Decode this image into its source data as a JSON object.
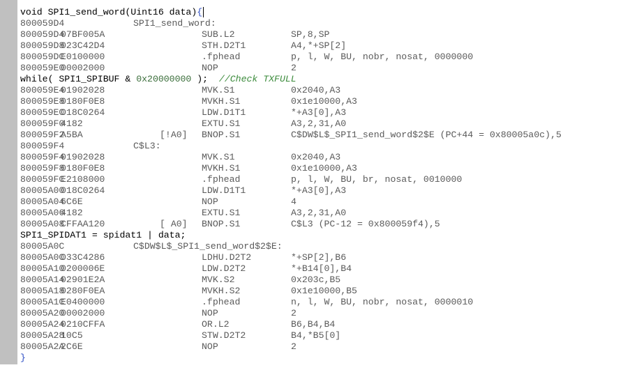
{
  "colors": {
    "gutter": "#c0c0c0",
    "source_text": "#000000",
    "disassembly_text": "#5a5a5a",
    "comment": "#3a8a3a",
    "brace": "#2b4cc4",
    "hex_literal": "#3b6e3b"
  },
  "source_lines": {
    "func_sig": "void SPI1_send_word(Uint16 data)",
    "open_brace": "{",
    "while_pre": "while( SPI1_SPIBUF & ",
    "while_hex": "0x20000000",
    "while_post": " );  ",
    "while_comment": "//Check TXFULL",
    "assign": "SPI1_SPIDAT1 = spidat1 | data;",
    "close_brace": "}"
  },
  "disassembly": [
    {
      "addr": "800059D4",
      "label": "SPI1_send_word:"
    },
    {
      "addr": "800059D4",
      "op": "07BF005A",
      "mn": "SUB.L2",
      "args": "SP,8,SP"
    },
    {
      "addr": "800059D8",
      "op": "023C42D4",
      "mn": "STH.D2T1",
      "args": "A4,*+SP[2]"
    },
    {
      "addr": "800059DC",
      "op": "E0100000",
      "mn": ".fphead",
      "args": "p, l, W, BU, nobr, nosat, 0000000"
    },
    {
      "addr": "800059E0",
      "op": "00002000",
      "mn": "NOP",
      "args": "2"
    },
    {
      "addr": "800059E4",
      "op": "01902028",
      "mn": "MVK.S1",
      "args": "0x2040,A3"
    },
    {
      "addr": "800059E8",
      "op": "0180F0E8",
      "mn": "MVKH.S1",
      "args": "0x1e10000,A3"
    },
    {
      "addr": "800059EC",
      "op": "018C0264",
      "mn": "LDW.D1T1",
      "args": "*+A3[0],A3"
    },
    {
      "addr": "800059F0",
      "op": "4182",
      "mn": "EXTU.S1",
      "args": "A3,2,31,A0"
    },
    {
      "addr": "800059F2",
      "op": "A5BA",
      "pred": "[!A0]",
      "mn": "BNOP.S1",
      "args": "C$DW$L$_SPI1_send_word$2$E (PC+44 = 0x80005a0c),5"
    },
    {
      "addr": "800059F4",
      "label": "C$L3:"
    },
    {
      "addr": "800059F4",
      "op": "01902028",
      "mn": "MVK.S1",
      "args": "0x2040,A3"
    },
    {
      "addr": "800059F8",
      "op": "0180F0E8",
      "mn": "MVKH.S1",
      "args": "0x1e10000,A3"
    },
    {
      "addr": "800059FC",
      "op": "E2108000",
      "mn": ".fphead",
      "args": "p, l, W, BU, br, nosat, 0010000"
    },
    {
      "addr": "80005A00",
      "op": "018C0264",
      "mn": "LDW.D1T1",
      "args": "*+A3[0],A3"
    },
    {
      "addr": "80005A04",
      "op": "6C6E",
      "mn": "NOP",
      "args": "4"
    },
    {
      "addr": "80005A06",
      "op": "4182",
      "mn": "EXTU.S1",
      "args": "A3,2,31,A0"
    },
    {
      "addr": "80005A08",
      "op": "CFFAA120",
      "pred": "[ A0]",
      "mn": "BNOP.S1",
      "args": "C$L3 (PC-12 = 0x800059f4),5"
    },
    {
      "addr": "80005A0C",
      "label": "C$DW$L$_SPI1_send_word$2$E:"
    },
    {
      "addr": "80005A0C",
      "op": "033C4286",
      "mn": "LDHU.D2T2",
      "args": "*+SP[2],B6"
    },
    {
      "addr": "80005A10",
      "op": "0200006E",
      "mn": "LDW.D2T2",
      "args": "*+B14[0],B4"
    },
    {
      "addr": "80005A14",
      "op": "02901E2A",
      "mn": "MVK.S2",
      "args": "0x203c,B5"
    },
    {
      "addr": "80005A18",
      "op": "0280F0EA",
      "mn": "MVKH.S2",
      "args": "0x1e10000,B5"
    },
    {
      "addr": "80005A1C",
      "op": "E0400000",
      "mn": ".fphead",
      "args": "n, l, W, BU, nobr, nosat, 0000010"
    },
    {
      "addr": "80005A20",
      "op": "00002000",
      "mn": "NOP",
      "args": "2"
    },
    {
      "addr": "80005A24",
      "op": "0210CFFA",
      "mn": "OR.L2",
      "args": "B6,B4,B4"
    },
    {
      "addr": "80005A28",
      "op": "10C5",
      "mn": "STW.D2T2",
      "args": "B4,*B5[0]"
    },
    {
      "addr": "80005A2A",
      "op": "2C6E",
      "mn": "NOP",
      "args": "2"
    }
  ]
}
